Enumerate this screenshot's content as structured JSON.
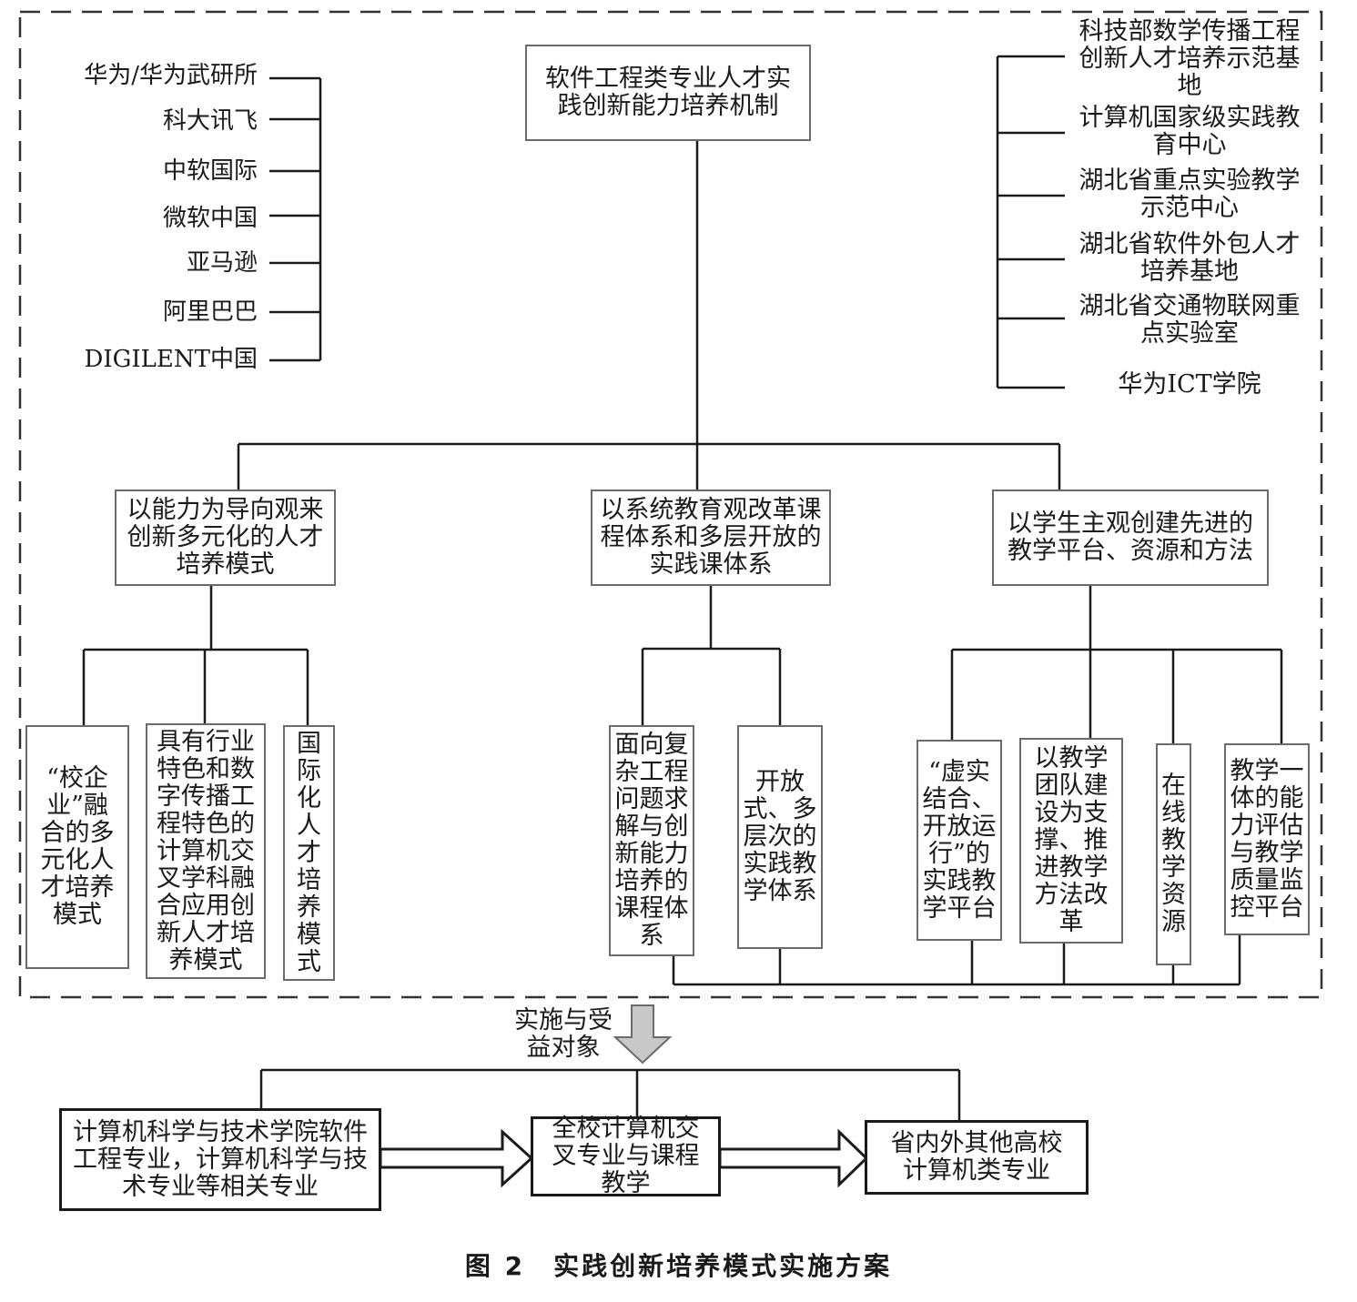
{
  "root": "软件工程类专业人才实践创新能力培养机制",
  "companies": [
    "华为/华为武研所",
    "科大讯飞",
    "中软国际",
    "微软中国",
    "亚马逊",
    "阿里巴巴",
    "DIGILENT中国"
  ],
  "bases": [
    "科技部数学传播工程创新人才培养示范基地",
    "计算机国家级实践教育中心",
    "湖北省重点实验教学示范中心",
    "湖北省软件外包人才培养基地",
    "湖北省交通物联网重点实验室",
    "华为ICT学院"
  ],
  "branches": [
    {
      "label": "以能力为导向观来创新多元化的人才培养模式",
      "children": [
        "“校企业”融合的多元化人才培养模式",
        "具有行业特色和数字传播工程特色的计算机交叉学科融合应用创新人才培养模式",
        "国际化人才培养模式"
      ]
    },
    {
      "label": "以系统教育观改革课程体系和多层开放的实践课体系",
      "children": [
        "面向复杂工程问题求解与创新能力培养的课程体系",
        "开放式、多层次的实践教学体系"
      ]
    },
    {
      "label": "以学生主观创建先进的教学平台、资源和方法",
      "children": [
        "“虚实结合、开放运行”的实践教学平台",
        "以教学团队建设为支撑、推进教学方法改革",
        "在线教学资源",
        "教学一体的能力评估与教学质量监控平台"
      ]
    }
  ],
  "arrow_label": "实施与受益对象",
  "beneficiaries": [
    "计算机科学与技术学院软件工程专业，计算机科学与技术专业等相关专业",
    "全校计算机交叉专业与课程教学",
    "省内外其他高校计算机类专业"
  ],
  "caption": "图 2　实践创新培养模式实施方案"
}
